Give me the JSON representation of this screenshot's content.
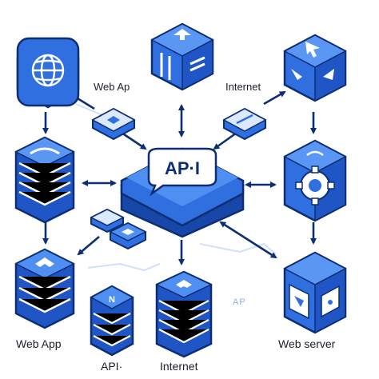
{
  "colors": {
    "primary_blue": "#2f6fe0",
    "dark_blue": "#1747a8",
    "light_blue": "#dbe9ff",
    "accent_blue": "#4f8ff2",
    "outline": "#0d2e73"
  },
  "center": {
    "label": "AP·I"
  },
  "labels": {
    "top_left": "Web Ap",
    "top_right": "Internet",
    "bottom_left": "Web App",
    "bottom_center_left": "API·",
    "bottom_center": "Internet",
    "bottom_right": "Web server",
    "faint": "AP"
  },
  "nodes": [
    {
      "id": "globe-cube",
      "icon": "globe-icon"
    },
    {
      "id": "docs-cube",
      "icon": "document-icon"
    },
    {
      "id": "cursor-cube",
      "icon": "cursor-icon"
    },
    {
      "id": "server-stack-left",
      "icon": "server-icon"
    },
    {
      "id": "gear-cube",
      "icon": "gear-icon"
    },
    {
      "id": "web-app-stack",
      "icon": "web-app-icon"
    },
    {
      "id": "api-stack",
      "icon": "server-icon"
    },
    {
      "id": "internet-stack",
      "icon": "server-icon"
    },
    {
      "id": "web-server-cube",
      "icon": "window-icon"
    }
  ]
}
